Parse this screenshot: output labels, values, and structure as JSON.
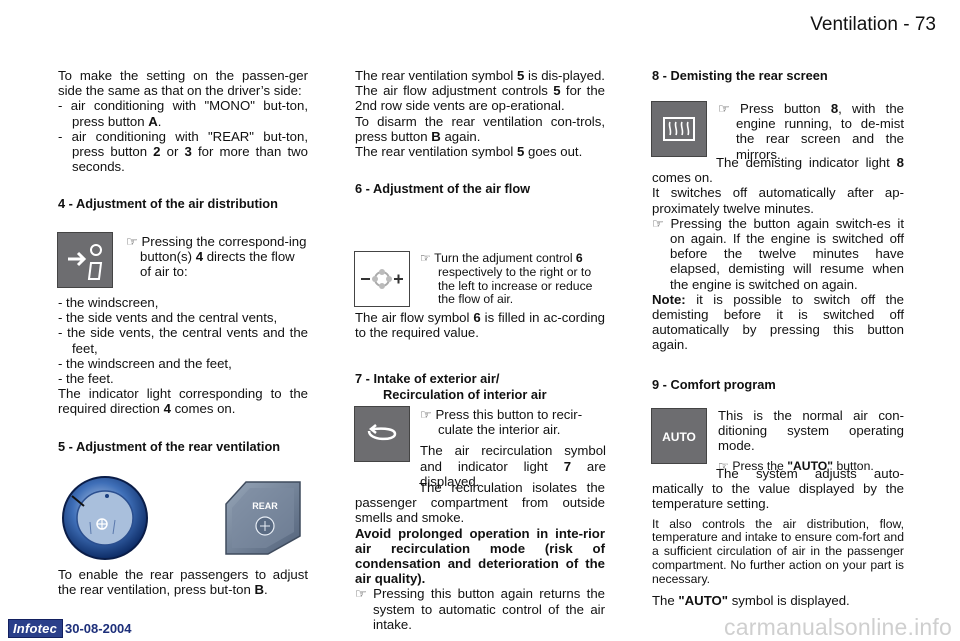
{
  "page": {
    "header": "Ventilation - 73",
    "footer_logo": "Infotec",
    "footer_date": "30-08-2004",
    "watermark": "carmanualsonline.info"
  },
  "col1": {
    "intro": "To make the setting on the passen-ger side the same as that on the driver’s side:",
    "mono": "- air conditioning with \"MONO\" but-ton, press button ",
    "mono_key": "A",
    "rear_a": "- air conditioning with \"REAR\" but-ton, press button ",
    "rear_k2": "2",
    "rear_or": " or ",
    "rear_k3": "3",
    "rear_b": " for more than two seconds.",
    "h4": "4 -  Adjustment of the air distribution",
    "dist_a": "Pressing the correspond-ing button(s) ",
    "dist_k": "4",
    "dist_b": " directs the flow of air to:",
    "items": [
      "- the windscreen,",
      "- the side vents and the central vents,",
      "- the side vents, the central vents and the feet,",
      "- the windscreen and the feet,",
      "- the feet."
    ],
    "ind_a": "The indicator light corresponding to the required direction ",
    "ind_k": "4",
    "ind_b": " comes on.",
    "h5": "5 - Adjustment of the rear ventilation",
    "rear_button_label": "REAR",
    "enable_a": "To enable the rear passengers to adjust the rear ventilation, press but-ton ",
    "enable_k": "B",
    "enable_b": "."
  },
  "col2": {
    "p1_a": "The rear ventilation symbol ",
    "p1_k": "5",
    "p1_b": " is dis-played.",
    "p2_a": "The air flow adjustment controls ",
    "p2_k": "5",
    "p2_b": " for the 2nd row side vents are op-erational.",
    "p3_a": "To disarm the rear ventilation con-trols, press button ",
    "p3_k": "B",
    "p3_b": " again.",
    "p4_a": "The rear ventilation symbol ",
    "p4_k": "5",
    "p4_b": " goes out.",
    "h6": "6 -  Adjustment of the air flow",
    "flow_a": "Turn the adjument control ",
    "flow_k": "6",
    "flow_b": " respectively to the right or to the left to increase or reduce the flow of air.",
    "fill_a": "The air flow symbol ",
    "fill_k": "6",
    "fill_b": " is filled in ac-cording to the required value.",
    "h7_line1": "7 -  Intake of exterior air/",
    "h7_line2": "Recirculation of interior air",
    "recirc": "Press this button to recir-culate the interior air.",
    "sym_a": "The air recirculation symbol and indicator light ",
    "sym_k": "7",
    "sym_b": " are displayed.",
    "isolate": "The recirculation isolates the passenger compartment from outside smells and smoke.",
    "avoid": "Avoid prolonged operation in inte-rior air recirculation mode (risk of condensation and deterioration of the air quality).",
    "auto_return": "Pressing this button again returns the system to automatic control of the air intake."
  },
  "col3": {
    "h8": "8 -  Demisting the rear screen",
    "dem_a": "Press button ",
    "dem_k": "8",
    "dem_b": ", with the engine running, to de-mist the rear screen and the mirrors.",
    "ind_a": "The demisting indicator light ",
    "ind_k": "8",
    "ind_b": " comes on.",
    "off": "It switches off automatically after ap-proximately twelve minutes.",
    "again": "Pressing the button again switch-es it on again. If the engine is switched off before the twelve minutes have elapsed, demisting will resume when the engine is switched on again.",
    "note_k": "Note:",
    "note": " it is possible to switch off the demisting before it is switched off automatically by pressing this button again.",
    "h9": "9 -  Comfort program",
    "normal": "This is the normal air con-ditioning system operating mode.",
    "press_a": "Press the ",
    "press_k": "\"AUTO\"",
    "press_b": " button.",
    "adjust": "The system adjusts auto-matically to the value displayed by the temperature setting.",
    "also": "It also controls the air distribution, flow, temperature and intake to ensure com-fort and a sufficient circulation of air in the passenger compartment. No further action on your part is necessary.",
    "sym_a": "The ",
    "sym_k": "\"AUTO\"",
    "sym_b": " symbol is displayed.",
    "auto_label": "AUTO"
  },
  "icons": {
    "bullet": "☞",
    "distribution": "air-distribution-icon",
    "knob": "rear-ventilation-knob-icon",
    "rear": "rear-button-icon",
    "fan": "fan-control-icon",
    "recirc": "recirculation-icon",
    "demist": "rear-demist-icon",
    "auto": "auto-button-icon"
  }
}
